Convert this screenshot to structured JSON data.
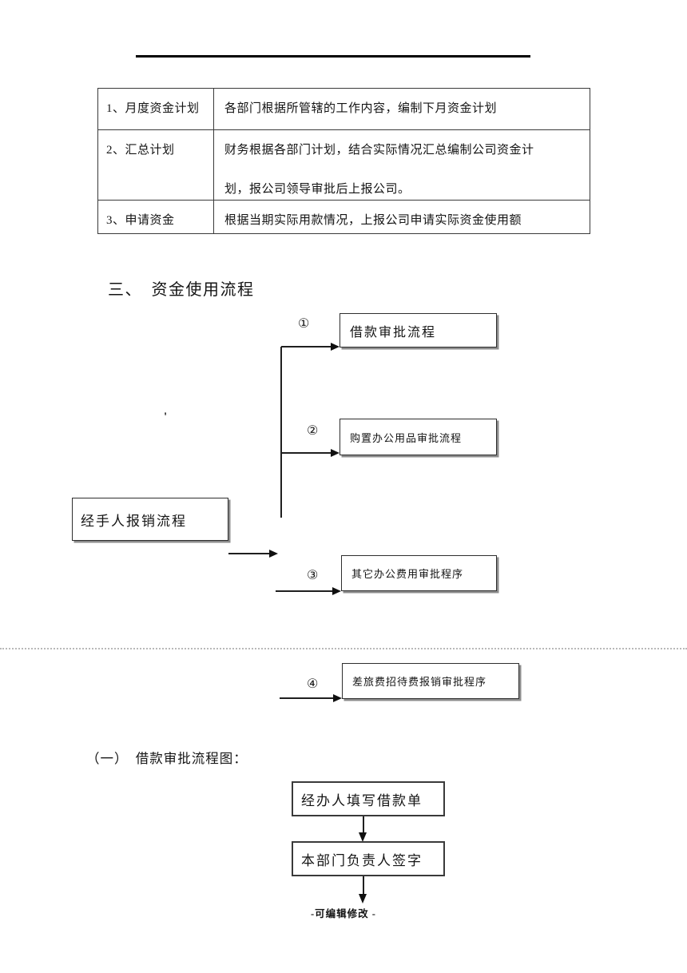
{
  "table": {
    "rows": [
      {
        "label": "1、月度资金计划",
        "desc": "各部门根据所管辖的工作内容，编制下月资金计划",
        "desc2": ""
      },
      {
        "label": "2、汇总计划",
        "desc": "财务根据各部门计划，结合实际情况汇总编制公司资金计",
        "desc2": "划，报公司领导审批后上报公司。"
      },
      {
        "label": "3、申请资金",
        "desc": "根据当期实际用款情况，上报公司申请实际资金使用额",
        "desc2": ""
      }
    ]
  },
  "section_heading": "三、　资金使用流程",
  "flow": {
    "source_label": "经手人报销流程",
    "stray_mark": "'",
    "items": [
      {
        "num": "①",
        "label": "借款审批流程"
      },
      {
        "num": "②",
        "label": "购置办公用品审批流程"
      },
      {
        "num": "③",
        "label": "其它办公费用审批程序"
      },
      {
        "num": "④",
        "label": "差旅费招待费报销审批程序"
      }
    ]
  },
  "subsection_heading": "（一）　借款审批流程图：",
  "borrow_flow": {
    "steps": [
      "经办人填写借款单",
      "本部门负责人签字"
    ]
  },
  "footer_note": "-可编辑修改 -"
}
